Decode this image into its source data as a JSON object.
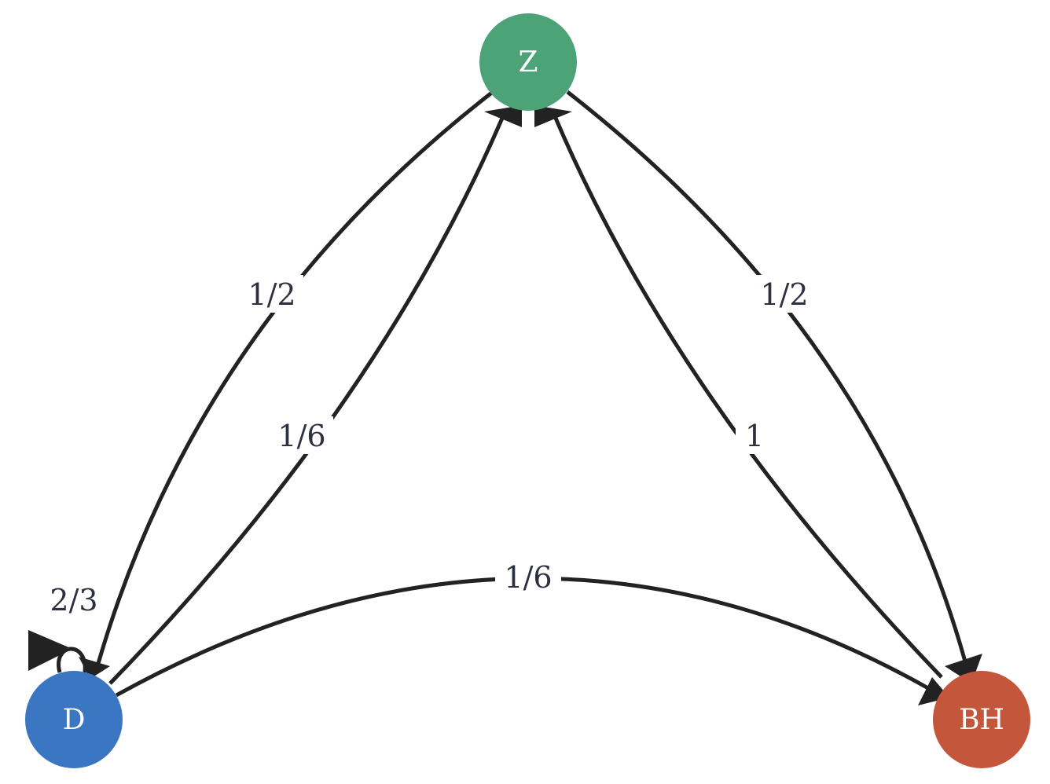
{
  "diagram": {
    "nodes": [
      {
        "id": "Z",
        "label": "Z",
        "color": "#4ca378"
      },
      {
        "id": "D",
        "label": "D",
        "color": "#3b76c2"
      },
      {
        "id": "BH",
        "label": "BH",
        "color": "#c4563b"
      }
    ],
    "edges": [
      {
        "from": "Z",
        "to": "D",
        "label": "1/2"
      },
      {
        "from": "D",
        "to": "Z",
        "label": "1/6"
      },
      {
        "from": "Z",
        "to": "BH",
        "label": "1/2"
      },
      {
        "from": "BH",
        "to": "Z",
        "label": "1"
      },
      {
        "from": "D",
        "to": "BH",
        "label": "1/6"
      },
      {
        "from": "D",
        "to": "D",
        "label": "2/3"
      }
    ],
    "edge_color": "#222222",
    "label_color": "#2e3040"
  }
}
